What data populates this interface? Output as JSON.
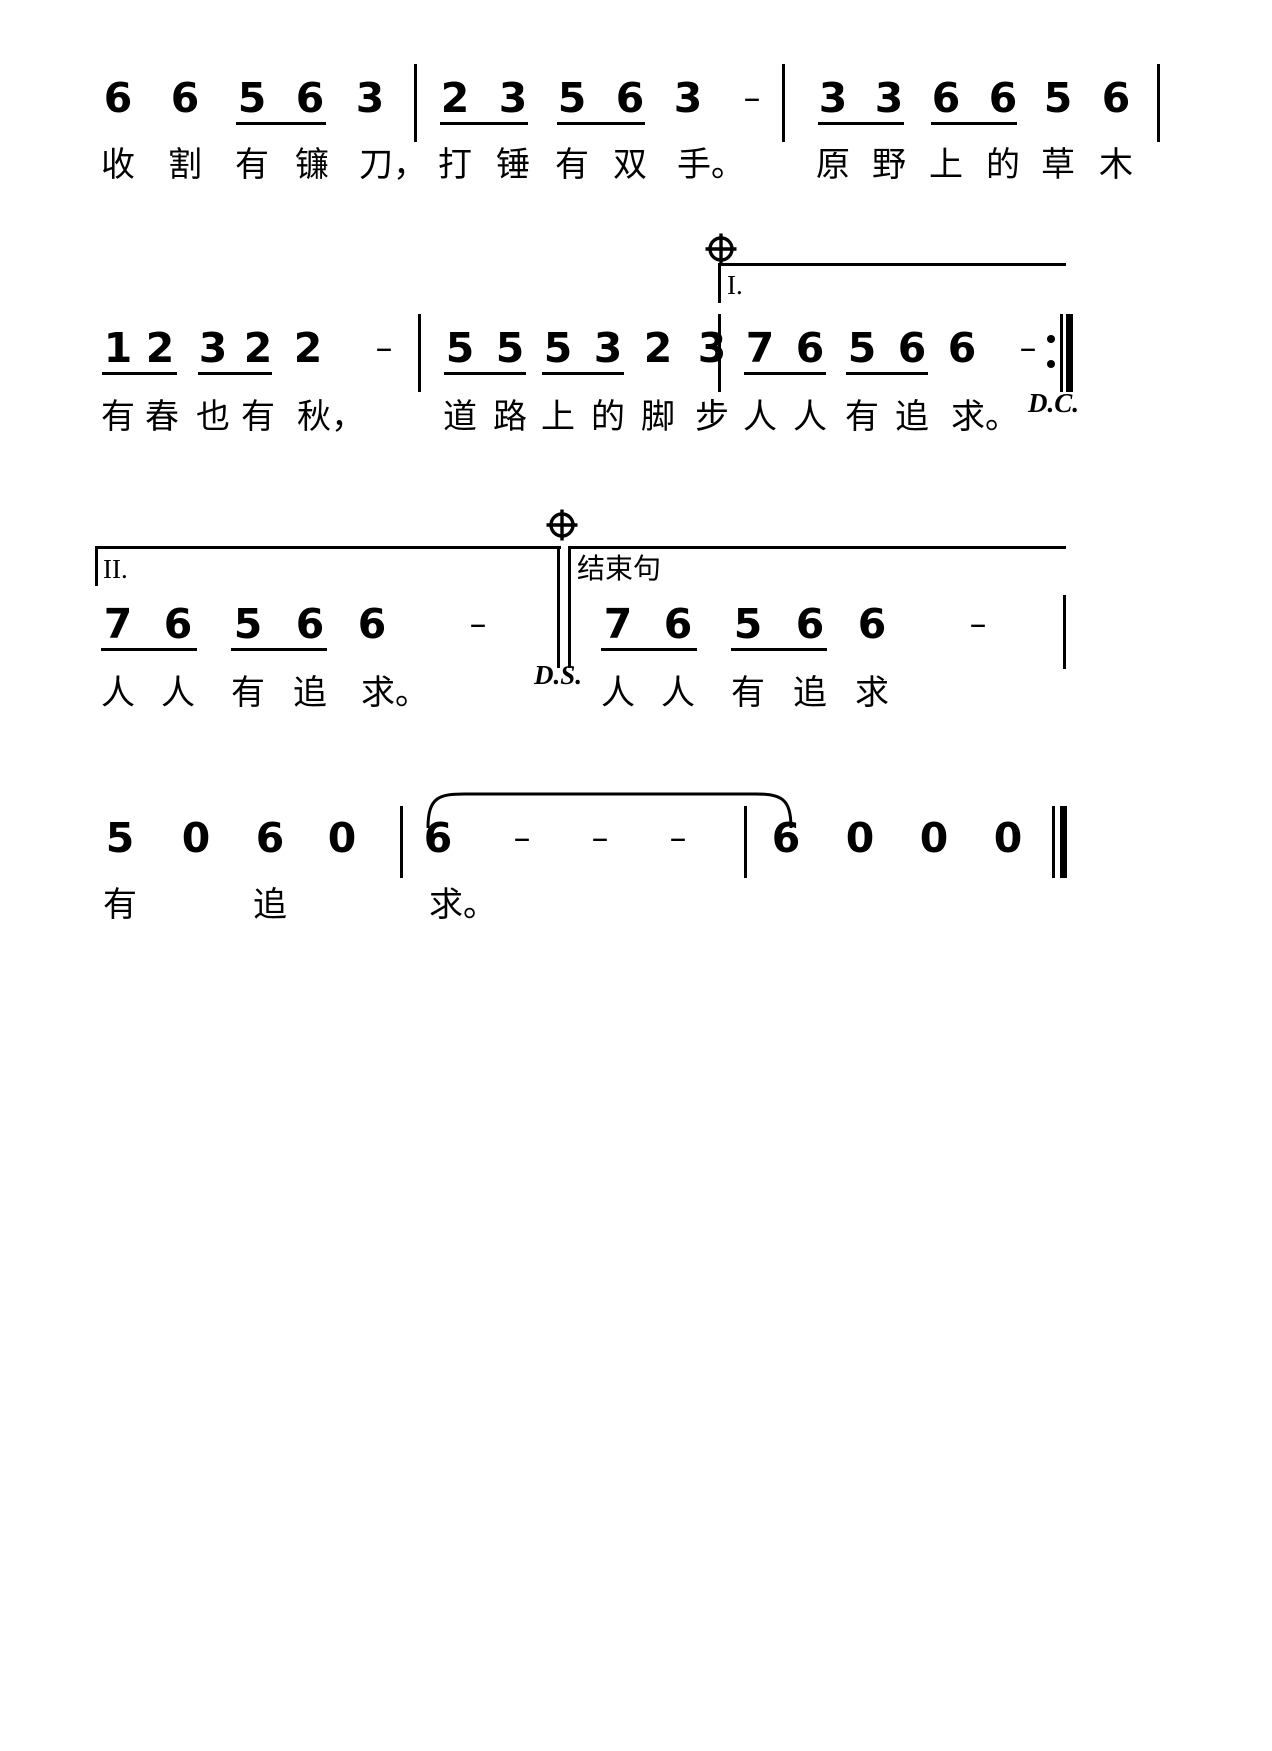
{
  "document": {
    "type": "jianpu-numbered-musical-notation",
    "language": "zh",
    "background_color": "#ffffff",
    "ink_color": "#000000"
  },
  "symbols": {
    "coda": "coda-segno-symbol",
    "repeat_end": "repeat-end-barline",
    "final_barline": "final-double-barline",
    "dash": "–",
    "tie": "tie-slur"
  },
  "systems": [
    {
      "id": "system-1",
      "measures": [
        {
          "id": "m1",
          "notes": [
            "6",
            "6",
            "5",
            "6",
            "3"
          ],
          "beams": [
            [
              2,
              3
            ]
          ]
        },
        {
          "id": "m2",
          "notes": [
            "2",
            "3",
            "5",
            "6",
            "3",
            "–"
          ],
          "beams": [
            [
              0,
              1
            ],
            [
              2,
              3
            ]
          ]
        },
        {
          "id": "m3",
          "notes": [
            "3",
            "3",
            "6",
            "6",
            "5",
            "6"
          ],
          "beams": [
            [
              0,
              1
            ],
            [
              2,
              3
            ]
          ]
        }
      ],
      "lyrics": [
        "收",
        "割",
        "有",
        "镰",
        "刀，",
        "打",
        "锤",
        "有",
        "双",
        "手。",
        "原",
        "野",
        "上",
        "的",
        "草",
        "木"
      ]
    },
    {
      "id": "system-2",
      "measures": [
        {
          "id": "m4",
          "notes": [
            "1",
            "2",
            "3",
            "2",
            "2",
            "–"
          ],
          "beams": [
            [
              0,
              1
            ],
            [
              2,
              3
            ]
          ]
        },
        {
          "id": "m5",
          "notes": [
            "5",
            "5",
            "5",
            "3",
            "2",
            "3"
          ],
          "beams": [
            [
              0,
              1
            ],
            [
              2,
              3
            ]
          ]
        },
        {
          "id": "m6",
          "notes": [
            "7",
            "6",
            "5",
            "6",
            "6",
            "–"
          ],
          "beams": [
            [
              0,
              1
            ],
            [
              2,
              3
            ]
          ],
          "volta": "I.",
          "has_coda": true,
          "ends_with_repeat": true,
          "nav_text": "D.C."
        }
      ],
      "lyrics": [
        "有",
        "春",
        "也",
        "有",
        "秋，",
        "道",
        "路",
        "上",
        "的",
        "脚",
        "步",
        "人",
        "人",
        "有",
        "追",
        "求。"
      ]
    },
    {
      "id": "system-3",
      "measures": [
        {
          "id": "m7",
          "notes": [
            "7",
            "6",
            "5",
            "6",
            "6",
            "–"
          ],
          "beams": [
            [
              0,
              1
            ],
            [
              2,
              3
            ]
          ],
          "volta": "II."
        },
        {
          "id": "m8",
          "notes": [
            "7",
            "6",
            "5",
            "6",
            "6",
            "–"
          ],
          "beams": [
            [
              0,
              1
            ],
            [
              2,
              3
            ]
          ],
          "section_label": "结束句",
          "has_coda": true,
          "nav_text": "D.S."
        }
      ],
      "lyrics": [
        "人",
        "人",
        "有",
        "追",
        "求。",
        "人",
        "人",
        "有",
        "追",
        "求"
      ]
    },
    {
      "id": "system-4",
      "measures": [
        {
          "id": "m9",
          "notes": [
            "5",
            "0",
            "6",
            "0"
          ],
          "beams": []
        },
        {
          "id": "m10",
          "notes": [
            "6",
            "–",
            "–",
            "–"
          ],
          "beams": [],
          "tie_start": true
        },
        {
          "id": "m11",
          "notes": [
            "6",
            "0",
            "0",
            "0"
          ],
          "beams": [],
          "tie_end": true,
          "final_barline": true
        }
      ],
      "lyrics": [
        "有",
        "追",
        "求。"
      ]
    }
  ]
}
